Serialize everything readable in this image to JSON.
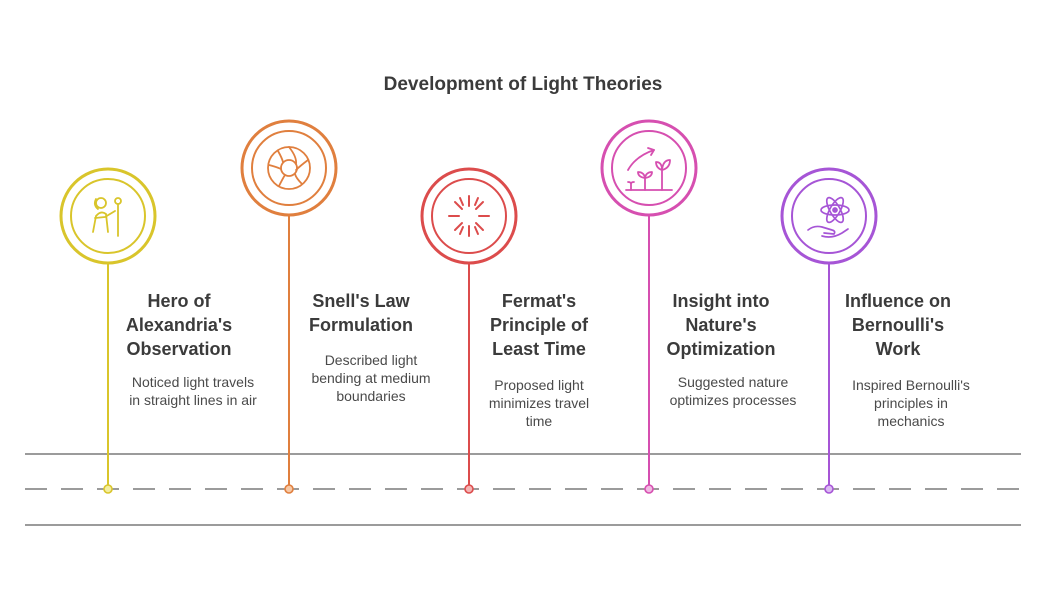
{
  "title": "Development of Light Theories",
  "milestones": [
    {
      "heading": "Hero of Alexandria's Observation",
      "heading_lines": [
        "Hero of",
        "Alexandria's",
        "Observation"
      ],
      "description": "Noticed light travels in straight lines in air",
      "description_lines": [
        "Noticed light travels",
        "in straight lines in air"
      ],
      "color": "#d9c52b",
      "icon": "philosopher-icon"
    },
    {
      "heading": "Snell's Law Formulation",
      "heading_lines": [
        "Snell's Law",
        "Formulation"
      ],
      "description": "Described light bending at medium boundaries",
      "description_lines": [
        "Described light",
        "bending at medium",
        "boundaries"
      ],
      "color": "#e07f3e",
      "icon": "aperture-icon"
    },
    {
      "heading": "Fermat's Principle of Least Time",
      "heading_lines": [
        "Fermat's",
        "Principle of",
        "Least Time"
      ],
      "description": "Proposed light minimizes travel time",
      "description_lines": [
        "Proposed light",
        "minimizes travel",
        "time"
      ],
      "color": "#dc4c4c",
      "icon": "light-burst-icon"
    },
    {
      "heading": "Insight into Nature's Optimization",
      "heading_lines": [
        "Insight into",
        "Nature's",
        "Optimization"
      ],
      "description": "Suggested nature optimizes processes",
      "description_lines": [
        "Suggested nature",
        "optimizes processes"
      ],
      "color": "#d64fb0",
      "icon": "plant-growth-icon"
    },
    {
      "heading": "Influence on Bernoulli's Work",
      "heading_lines": [
        "Influence on",
        "Bernoulli's",
        "Work"
      ],
      "description": "Inspired Bernoulli's principles in mechanics",
      "description_lines": [
        "Inspired Bernoulli's",
        "principles in",
        "mechanics"
      ],
      "color": "#a655d6",
      "icon": "atom-hand-icon"
    }
  ],
  "road_color": "#7a7a7a"
}
